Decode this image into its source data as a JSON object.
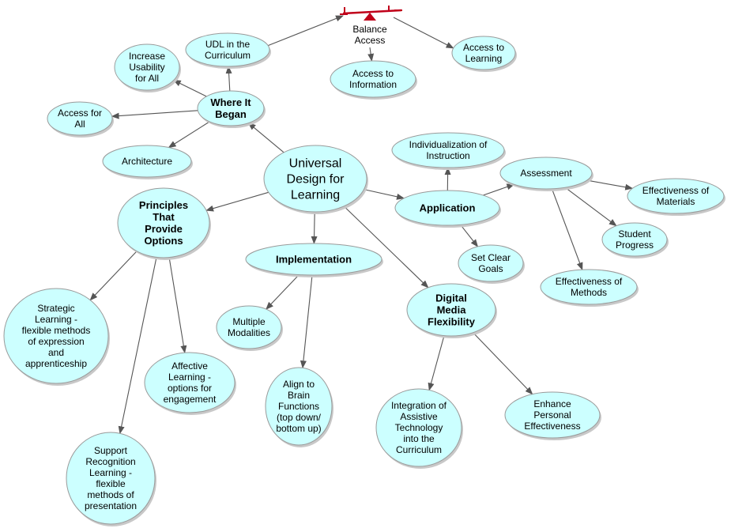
{
  "colors": {
    "node_fill": "#ccffff",
    "node_stroke": "#9a9a9a",
    "edge": "#555555",
    "seesaw": "#c0001a"
  },
  "nodes": {
    "udl": {
      "lines": [
        "Universal",
        "Design for",
        "Learning"
      ]
    },
    "where": {
      "lines": [
        "Where It",
        "Began"
      ]
    },
    "udl_curr": {
      "lines": [
        "UDL in the",
        "Curriculum"
      ]
    },
    "usability": {
      "lines": [
        "Increase",
        "Usability",
        "for All"
      ]
    },
    "access_all": {
      "lines": [
        "Access for",
        "All"
      ]
    },
    "architecture": {
      "lines": [
        "Architecture"
      ]
    },
    "balance": {
      "lines": [
        "Balance",
        "Access"
      ]
    },
    "access_info": {
      "lines": [
        "Access to",
        "Information"
      ]
    },
    "access_learn": {
      "lines": [
        "Access to",
        "Learning"
      ]
    },
    "principles": {
      "lines": [
        "Principles",
        "That",
        "Provide",
        "Options"
      ]
    },
    "strategic": {
      "lines": [
        "Strategic",
        "Learning -",
        "flexible methods",
        "of expression",
        "and",
        "apprenticeship"
      ]
    },
    "affective": {
      "lines": [
        "Affective",
        "Learning -",
        "options for",
        "engagement"
      ]
    },
    "recognition": {
      "lines": [
        "Support",
        "Recognition",
        "Learning -",
        "flexible",
        "methods of",
        "presentation"
      ]
    },
    "implementation": {
      "lines": [
        "Implementation"
      ]
    },
    "modalities": {
      "lines": [
        "Multiple",
        "Modalities"
      ]
    },
    "brain": {
      "lines": [
        "Align to",
        "Brain",
        "Functions",
        "(top down/",
        "bottom up)"
      ]
    },
    "digital": {
      "lines": [
        "Digital",
        "Media",
        "Flexibility"
      ]
    },
    "integration": {
      "lines": [
        "Integration of",
        "Assistive",
        "Technology",
        "into the",
        "Curriculum"
      ]
    },
    "enhance": {
      "lines": [
        "Enhance",
        "Personal",
        "Effectiveness"
      ]
    },
    "application": {
      "lines": [
        "Application"
      ]
    },
    "individual": {
      "lines": [
        "Individualization of",
        "Instruction"
      ]
    },
    "goals": {
      "lines": [
        "Set Clear",
        "Goals"
      ]
    },
    "assessment": {
      "lines": [
        "Assessment"
      ]
    },
    "materials": {
      "lines": [
        "Effectiveness of",
        "Materials"
      ]
    },
    "progress": {
      "lines": [
        "Student",
        "Progress"
      ]
    },
    "methods": {
      "lines": [
        "Effectiveness of",
        "Methods"
      ]
    }
  },
  "edges": [
    [
      "udl",
      "where"
    ],
    [
      "udl",
      "principles"
    ],
    [
      "udl",
      "implementation"
    ],
    [
      "udl",
      "digital"
    ],
    [
      "udl",
      "application"
    ],
    [
      "where",
      "udl_curr"
    ],
    [
      "where",
      "usability"
    ],
    [
      "where",
      "access_all"
    ],
    [
      "where",
      "architecture"
    ],
    [
      "udl_curr",
      "balance"
    ],
    [
      "balance",
      "access_info"
    ],
    [
      "balance",
      "access_learn"
    ],
    [
      "principles",
      "strategic"
    ],
    [
      "principles",
      "affective"
    ],
    [
      "principles",
      "recognition"
    ],
    [
      "implementation",
      "modalities"
    ],
    [
      "implementation",
      "brain"
    ],
    [
      "digital",
      "integration"
    ],
    [
      "digital",
      "enhance"
    ],
    [
      "application",
      "individual"
    ],
    [
      "application",
      "goals"
    ],
    [
      "application",
      "assessment"
    ],
    [
      "assessment",
      "materials"
    ],
    [
      "assessment",
      "progress"
    ],
    [
      "assessment",
      "methods"
    ]
  ]
}
